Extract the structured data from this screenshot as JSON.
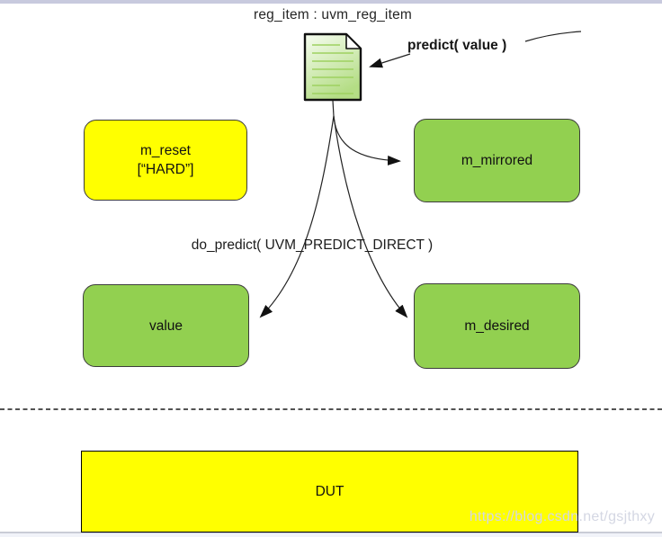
{
  "title": "reg_item : uvm_reg_item",
  "annotations": {
    "predict_label": "predict( value )",
    "do_predict_label": "do_predict( UVM_PREDICT_DIRECT )"
  },
  "nodes": {
    "m_reset": {
      "line1": "m_reset",
      "line2": "[“HARD”]",
      "fill": "#ffff00"
    },
    "m_mirrored": {
      "label": "m_mirrored",
      "fill": "#92d050"
    },
    "value": {
      "label": "value",
      "fill": "#92d050"
    },
    "m_desired": {
      "label": "m_desired",
      "fill": "#92d050"
    },
    "dut": {
      "label": "DUT",
      "fill": "#ffff00"
    }
  },
  "icons": {
    "document_icon": "uvm_reg_item document"
  },
  "watermark": "https://blog.csdn.net/gsjthxy",
  "colors": {
    "node_green": "#92d050",
    "node_yellow": "#ffff00",
    "node_border": "#3c3c3c",
    "arrow_line": "#222222",
    "top_bar": "#c8cade",
    "document_gradient_start": "#f6fcf0",
    "document_gradient_end": "#b4dd85"
  }
}
